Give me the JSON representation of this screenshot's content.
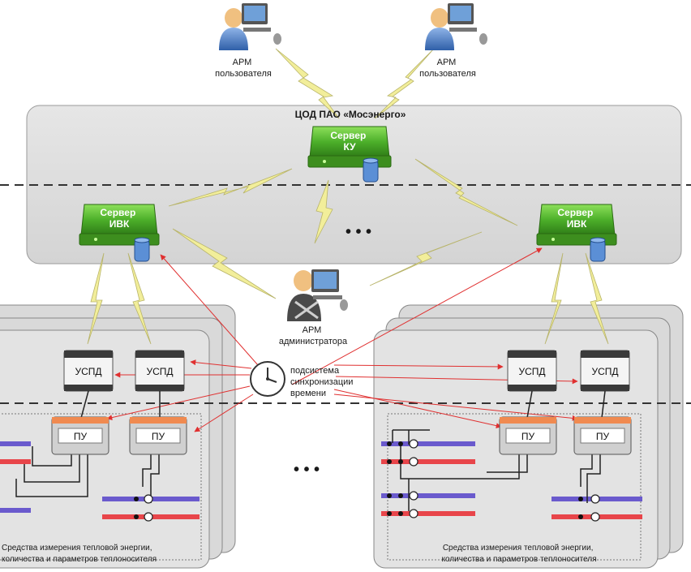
{
  "arm_user_left": [
    "АРМ",
    "пользователя"
  ],
  "arm_user_right": [
    "АРМ",
    "пользователя"
  ],
  "dc_title": "ЦОД ПАО «Мосэнерго»",
  "server_ku": [
    "Сервер",
    "КУ"
  ],
  "server_ivk_left": [
    "Сервер",
    "ИВК"
  ],
  "server_ivk_right": [
    "Сервер",
    "ИВК"
  ],
  "ellipsis": "• • •",
  "arm_admin": [
    "АРМ",
    "администратора"
  ],
  "sync": [
    "подсистема",
    "синхронизации",
    "времени"
  ],
  "uspd_label": "УСПД",
  "pu_label": "ПУ",
  "site_caption": [
    "Средства измерения тепловой энергии,",
    "количества и параметров теплоносителя"
  ],
  "colors": {
    "server_green": "#4caf2a",
    "pipe_blue": "#6a5acd",
    "pipe_red": "#e8454a",
    "sync_arrow": "#e03030",
    "lightning": "#f2ee9a",
    "panel_gray": "#dedede"
  }
}
